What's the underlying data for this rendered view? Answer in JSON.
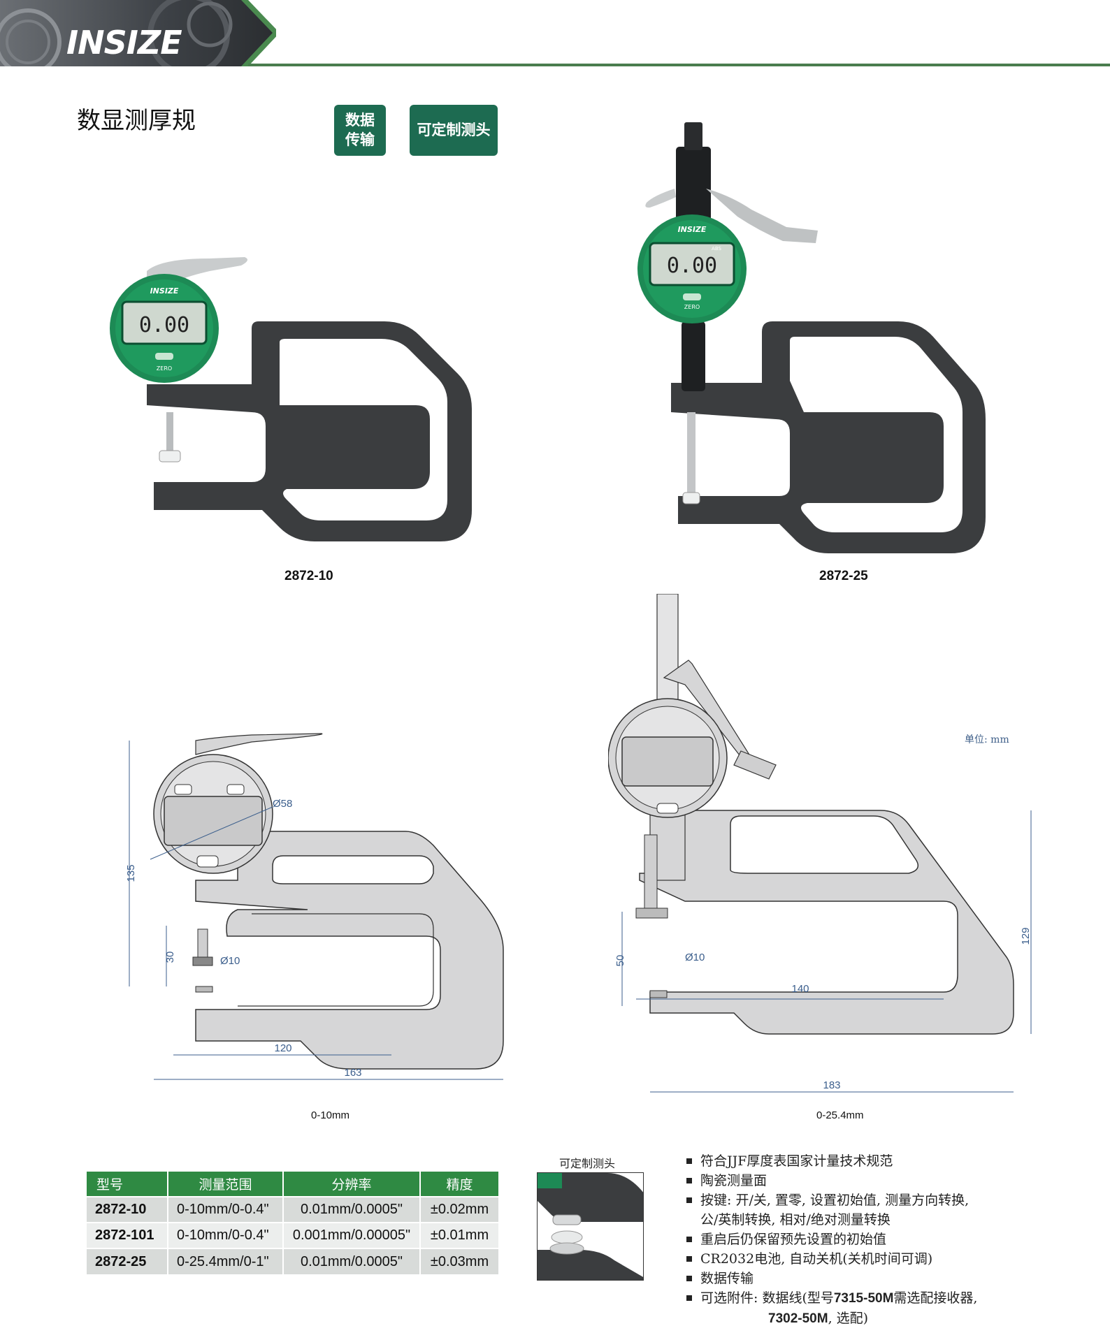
{
  "header": {
    "brand": "INSIZE"
  },
  "page": {
    "title": "数显测厚规",
    "badges": [
      "数据传输",
      "可定制测头"
    ],
    "badge_lines": [
      "数据",
      "传输"
    ]
  },
  "products": [
    {
      "model": "2872-10",
      "range_caption": "0-10mm"
    },
    {
      "model": "2872-25",
      "range_caption": "0-25.4mm"
    }
  ],
  "gauge_display": {
    "reading": "0.00",
    "zero_label": "ZERO",
    "abs_label": "ABS"
  },
  "drawings": {
    "unit_note": "单位: mm",
    "left": {
      "dims": [
        "135",
        "30",
        "Ø10",
        "Ø58",
        "120",
        "163"
      ]
    },
    "right": {
      "dims": [
        "50",
        "Ø10",
        "140",
        "129",
        "183"
      ]
    }
  },
  "table": {
    "headers": [
      "型号",
      "测量范围",
      "分辨率",
      "精度"
    ],
    "rows": [
      [
        "2872-10",
        "0-10mm/0-0.4\"",
        "0.01mm/0.0005\"",
        "±0.02mm"
      ],
      [
        "2872-101",
        "0-10mm/0-0.4\"",
        "0.001mm/0.00005\"",
        "±0.01mm"
      ],
      [
        "2872-25",
        "0-25.4mm/0-1\"",
        "0.01mm/0.0005\"",
        "±0.03mm"
      ]
    ]
  },
  "probe": {
    "title": "可定制测头"
  },
  "features": [
    {
      "text": "符合JJF厚度表国家计量技术规范"
    },
    {
      "text": "陶瓷测量面"
    },
    {
      "text": "按键: 开/关, 置零, 设置初始值, 测量方向转换,",
      "cont": "公/英制转换, 相对/绝对测量转换"
    },
    {
      "text": "重启后仍保留预先设置的初始值"
    },
    {
      "text": "CR2032电池, 自动关机(关机时间可调)"
    },
    {
      "text": "数据传输"
    },
    {
      "text": "可选附件: 数据线(型号",
      "bold1": "7315-50M",
      "mid": "需选配接收器,",
      "bold2": "7302-50M",
      "tail": ", 选配)"
    }
  ],
  "colors": {
    "brand_green": "#1d6b51",
    "table_header": "#2f8a43",
    "line_green": "#4a7d4e",
    "dial_green": "#1d8a55",
    "frame_dark": "#3b3d3f"
  }
}
